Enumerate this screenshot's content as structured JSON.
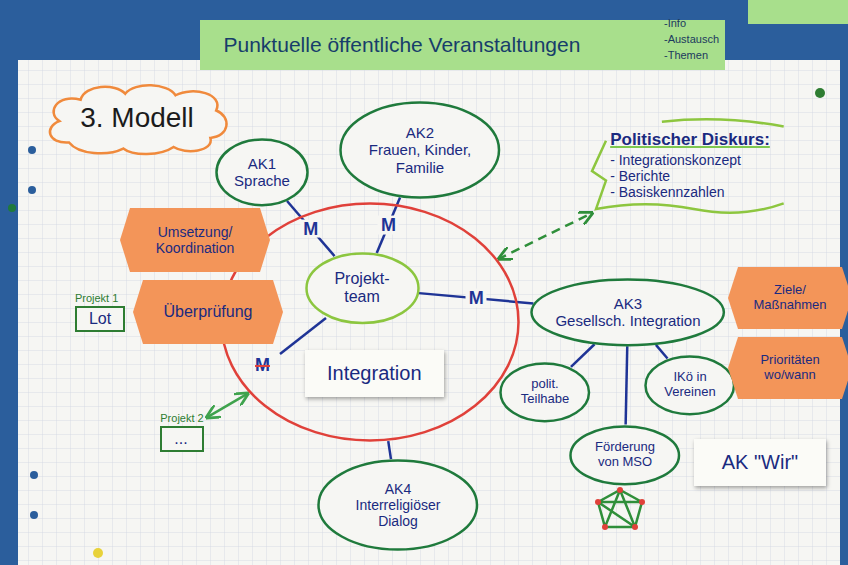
{
  "diagram": {
    "nodes": [
      {
        "text": [
          "Punktuelle öffentliche Veranstaltungen"
        ]
      },
      {
        "text": [
          "3. Modell"
        ]
      },
      {
        "text": [
          "AK1",
          "Sprache"
        ]
      },
      {
        "text": [
          "AK2",
          "Frauen, Kinder, Familie"
        ]
      },
      {
        "text": [
          "Politischer Diskurs:",
          "- Integrationskonzept",
          "- Berichte",
          "- Basiskennzahlen"
        ]
      },
      {
        "text": [
          "Integration"
        ]
      },
      {
        "text": [
          "Projekt- team"
        ],
        "in": 5
      },
      {
        "text": [
          "Umsetzung/ Koordination"
        ]
      },
      {
        "text": [
          "Überprüfung"
        ]
      },
      {
        "text": [
          "Projekt 1",
          "Lot"
        ]
      },
      {
        "text": [
          "AK3",
          "Gesellsch. Integration"
        ]
      },
      {
        "text": [
          "Ziele/ Maßnahmen"
        ]
      },
      {
        "text": [
          "polit. Teilhabe"
        ]
      },
      {
        "text": [
          "IKö in Vereinen"
        ]
      },
      {
        "text": [
          "Prioritäten wo/wann"
        ]
      },
      {
        "text": [
          "Projekt 2",
          "..."
        ]
      },
      {
        "text": [
          "Förderung von MSO"
        ]
      },
      {
        "text": [
          "AK \"Wir\""
        ]
      },
      {
        "text": [
          "AK4",
          "Interreligiöser Dialog"
        ]
      }
    ],
    "edges": [
      {
        "from": 6,
        "to": 2,
        "arrow": "none",
        "label": "M"
      },
      {
        "from": 6,
        "to": 3,
        "arrow": "none",
        "label": "M"
      },
      {
        "from": 6,
        "to": 10,
        "arrow": "none",
        "label": "M"
      },
      {
        "from": 5,
        "to": 18,
        "arrow": "none"
      },
      {
        "from": 5,
        "to": 4,
        "arrow": "both"
      },
      {
        "from": 15,
        "to": 5,
        "arrow": "both"
      },
      {
        "from": 10,
        "to": 12,
        "arrow": "none"
      },
      {
        "from": 10,
        "to": 16,
        "arrow": "none"
      },
      {
        "from": 10,
        "to": 13,
        "arrow": "none"
      }
    ],
    "labels": [
      "-Info",
      "-Austausch",
      "-Themen",
      "M"
    ]
  }
}
